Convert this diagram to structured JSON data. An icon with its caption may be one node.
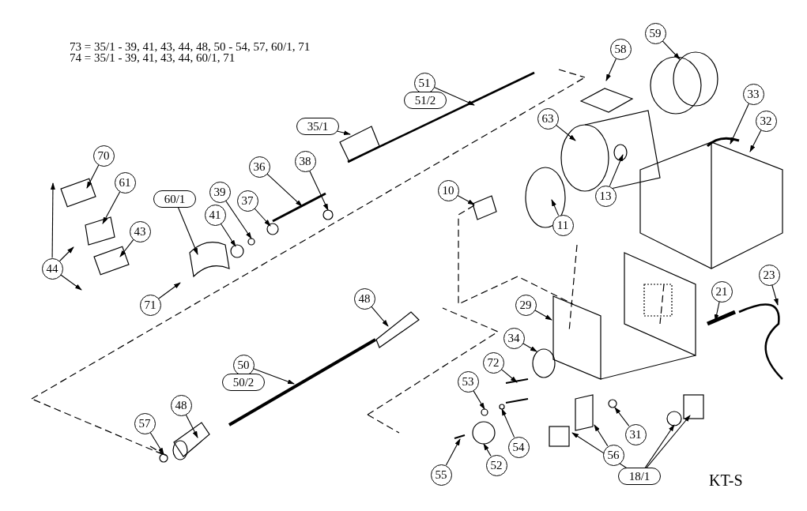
{
  "diagram": {
    "nodes": [
      {
        "text": [
          "51"
        ]
      },
      {
        "text": [
          "51/2"
        ]
      },
      {
        "text": [
          "59"
        ]
      },
      {
        "text": [
          "58"
        ]
      },
      {
        "text": [
          "35/1"
        ]
      },
      {
        "text": [
          "63"
        ]
      },
      {
        "text": [
          "33"
        ]
      },
      {
        "text": [
          "32"
        ]
      },
      {
        "text": [
          "70"
        ]
      },
      {
        "text": [
          "36"
        ]
      },
      {
        "text": [
          "38"
        ]
      },
      {
        "text": [
          "61"
        ]
      },
      {
        "text": [
          "10"
        ]
      },
      {
        "text": [
          "13"
        ]
      },
      {
        "text": [
          "60/1"
        ]
      },
      {
        "text": [
          "39"
        ]
      },
      {
        "text": [
          "37"
        ]
      },
      {
        "text": [
          "11"
        ]
      },
      {
        "text": [
          "41"
        ]
      },
      {
        "text": [
          "43"
        ]
      },
      {
        "text": [
          "44"
        ]
      },
      {
        "text": [
          "71"
        ]
      },
      {
        "text": [
          "48"
        ]
      },
      {
        "text": [
          "23"
        ]
      },
      {
        "text": [
          "21"
        ]
      },
      {
        "text": [
          "29"
        ]
      },
      {
        "text": [
          "50"
        ]
      },
      {
        "text": [
          "50/2"
        ]
      },
      {
        "text": [
          "34"
        ]
      },
      {
        "text": [
          "72"
        ]
      },
      {
        "text": [
          "53"
        ]
      },
      {
        "text": [
          "48"
        ]
      },
      {
        "text": [
          "57"
        ]
      },
      {
        "text": [
          "54"
        ]
      },
      {
        "text": [
          "56"
        ]
      },
      {
        "text": [
          "31"
        ]
      },
      {
        "text": [
          "52"
        ]
      },
      {
        "text": [
          "55"
        ]
      },
      {
        "text": [
          "18/1"
        ]
      }
    ],
    "edges": [
      {
        "from": 0,
        "to": null,
        "arrow": "to"
      },
      {
        "from": 2,
        "to": null,
        "arrow": "to"
      },
      {
        "from": 3,
        "to": null,
        "arrow": "to"
      },
      {
        "from": 4,
        "to": null,
        "arrow": "to"
      },
      {
        "from": 5,
        "to": null,
        "arrow": "to"
      },
      {
        "from": 6,
        "to": null,
        "arrow": "to"
      },
      {
        "from": 7,
        "to": null,
        "arrow": "to"
      },
      {
        "from": 8,
        "to": null,
        "arrow": "to"
      },
      {
        "from": 9,
        "to": null,
        "arrow": "to"
      },
      {
        "from": 10,
        "to": null,
        "arrow": "to"
      },
      {
        "from": 11,
        "to": null,
        "arrow": "to"
      },
      {
        "from": 12,
        "to": null,
        "arrow": "to"
      },
      {
        "from": 13,
        "to": null,
        "arrow": "to"
      },
      {
        "from": 14,
        "to": null,
        "arrow": "to"
      },
      {
        "from": 15,
        "to": null,
        "arrow": "to"
      },
      {
        "from": 16,
        "to": null,
        "arrow": "to"
      },
      {
        "from": 17,
        "to": null,
        "arrow": "to"
      },
      {
        "from": 18,
        "to": null,
        "arrow": "to"
      },
      {
        "from": 19,
        "to": null,
        "arrow": "to"
      },
      {
        "from": 20,
        "to": null,
        "arrow": "to"
      },
      {
        "from": 20,
        "to": null,
        "arrow": "to"
      },
      {
        "from": 20,
        "to": null,
        "arrow": "to"
      },
      {
        "from": 21,
        "to": null,
        "arrow": "to"
      },
      {
        "from": 22,
        "to": null,
        "arrow": "to"
      },
      {
        "from": 23,
        "to": null,
        "arrow": "to"
      },
      {
        "from": 24,
        "to": null,
        "arrow": "to"
      },
      {
        "from": 25,
        "to": null,
        "arrow": "to"
      },
      {
        "from": 26,
        "to": null,
        "arrow": "to"
      },
      {
        "from": 28,
        "to": null,
        "arrow": "to"
      },
      {
        "from": 29,
        "to": null,
        "arrow": "to"
      },
      {
        "from": 30,
        "to": null,
        "arrow": "to"
      },
      {
        "from": 31,
        "to": null,
        "arrow": "to"
      },
      {
        "from": 32,
        "to": null,
        "arrow": "to"
      },
      {
        "from": 33,
        "to": null,
        "arrow": "to"
      },
      {
        "from": 34,
        "to": null,
        "arrow": "to"
      },
      {
        "from": 35,
        "to": null,
        "arrow": "to"
      },
      {
        "from": 36,
        "to": null,
        "arrow": "to"
      },
      {
        "from": 37,
        "to": null,
        "arrow": "to"
      },
      {
        "from": 38,
        "to": null,
        "arrow": "to"
      },
      {
        "from": 38,
        "to": null,
        "arrow": "to"
      },
      {
        "from": 38,
        "to": null,
        "arrow": "to"
      }
    ],
    "labels": [
      "73 = 35/1 - 39, 41, 43, 44, 48, 50 - 54, 57, 60/1, 71",
      "74 = 35/1 - 39, 41, 43, 44, 60/1, 71",
      "KT-S"
    ]
  }
}
